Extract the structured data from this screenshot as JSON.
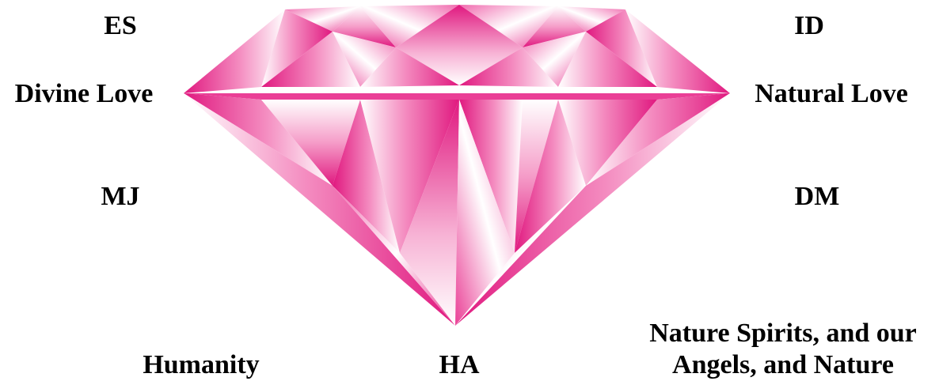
{
  "labels": {
    "top_left": "ES",
    "top_right": "ID",
    "left_mid": "Divine Love",
    "right_mid": "Natural Love",
    "lower_left": "MJ",
    "lower_right": "DM",
    "bottom_left": "Humanity",
    "bottom_center": "HA",
    "bottom_right_line1": "Nature Spirits, and our",
    "bottom_right_line2": "Angels, and Nature"
  },
  "colors": {
    "gem_dark": "#e0187f",
    "gem_mid": "#f06aae",
    "gem_light": "#fbd6e8",
    "gem_white": "#ffffff",
    "text": "#000000"
  }
}
